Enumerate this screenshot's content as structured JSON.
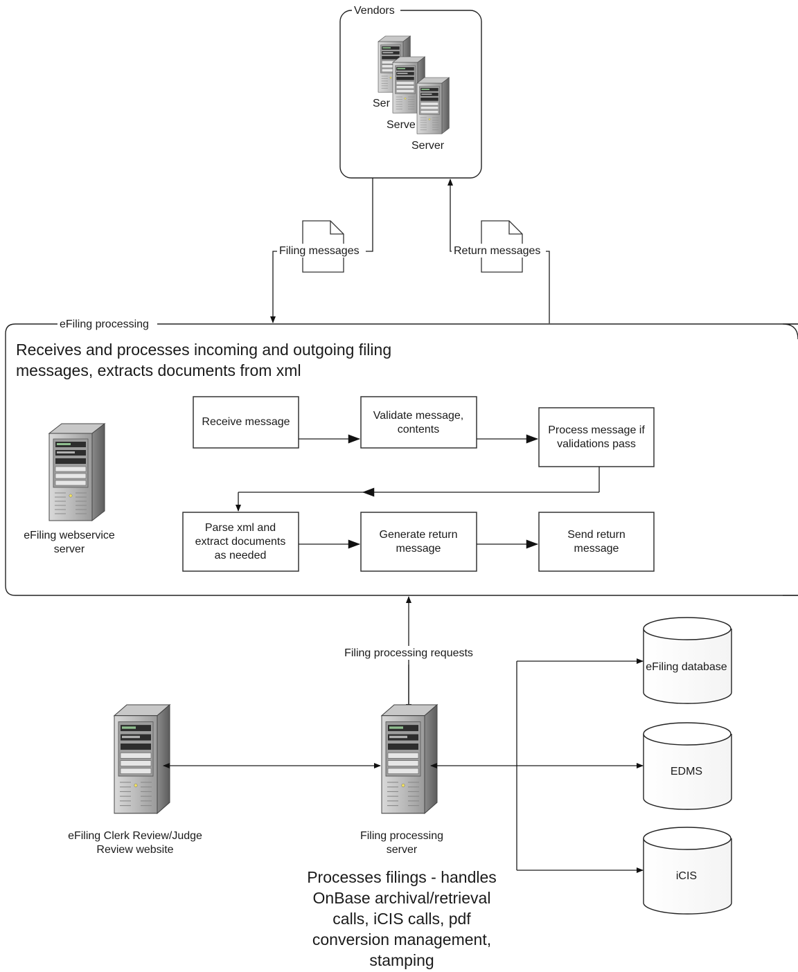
{
  "vendors": {
    "title": "Vendors",
    "servers": [
      "Ser",
      "Serve",
      "Server"
    ]
  },
  "messages": {
    "filing": "Filing messages",
    "return": "Return messages"
  },
  "efiling": {
    "title": "eFiling processing",
    "description_line1": "Receives and processes incoming and outgoing filing",
    "description_line2": "messages, extracts documents from xml",
    "server_label_line1": "eFiling webservice",
    "server_label_line2": "server"
  },
  "steps": {
    "receive": [
      "Receive message"
    ],
    "validate": [
      "Validate message,",
      "contents"
    ],
    "process": [
      "Process message if",
      "validations pass"
    ],
    "parse": [
      "Parse xml and",
      "extract documents",
      "as needed"
    ],
    "generate": [
      "Generate return",
      "message"
    ],
    "send": [
      "Send return",
      "message"
    ]
  },
  "requests_label": "Filing processing requests",
  "clerk": {
    "label_line1": "eFiling Clerk Review/Judge",
    "label_line2": "Review website"
  },
  "filing_server": {
    "label_line1": "Filing processing",
    "label_line2": "server",
    "desc": [
      "Processes filings - handles",
      "OnBase archival/retrieval",
      "calls, iCIS calls, pdf",
      "conversion management,",
      "stamping"
    ]
  },
  "databases": {
    "efiling_db": "eFiling database",
    "edms": "EDMS",
    "icis": "iCIS"
  }
}
